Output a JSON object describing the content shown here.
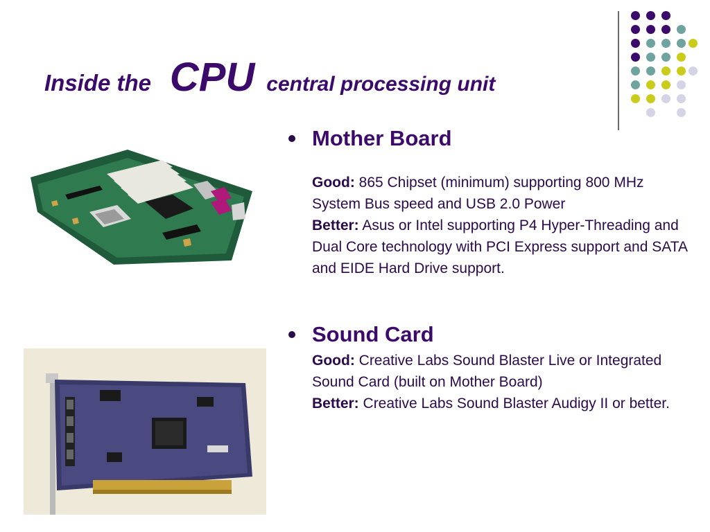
{
  "slide": {
    "title_part1": "Inside the",
    "title_part2": "CPU",
    "title_part3": "central processing unit"
  },
  "colors": {
    "purple": "#3b0a6b",
    "teal": "#6fa3a0",
    "olive": "#c9cc1a",
    "lavender": "#d4d4e6"
  },
  "items": [
    {
      "title": "Mother Board",
      "good_label": "Good:",
      "good_text": " 865 Chipset (minimum) supporting 800 MHz System Bus speed and USB 2.0 Power",
      "better_label": "Better:",
      "better_text": " Asus or Intel supporting P4 Hyper-Threading and Dual Core technology with PCI Express support and SATA and EIDE Hard Drive support."
    },
    {
      "title": "Sound Card",
      "good_label": "Good:",
      "good_text": " Creative Labs Sound Blaster Live or Integrated Sound Card (built on Mother Board)",
      "better_label": "Better:",
      "better_text": " Creative Labs Sound Blaster Audigy II or better."
    }
  ]
}
